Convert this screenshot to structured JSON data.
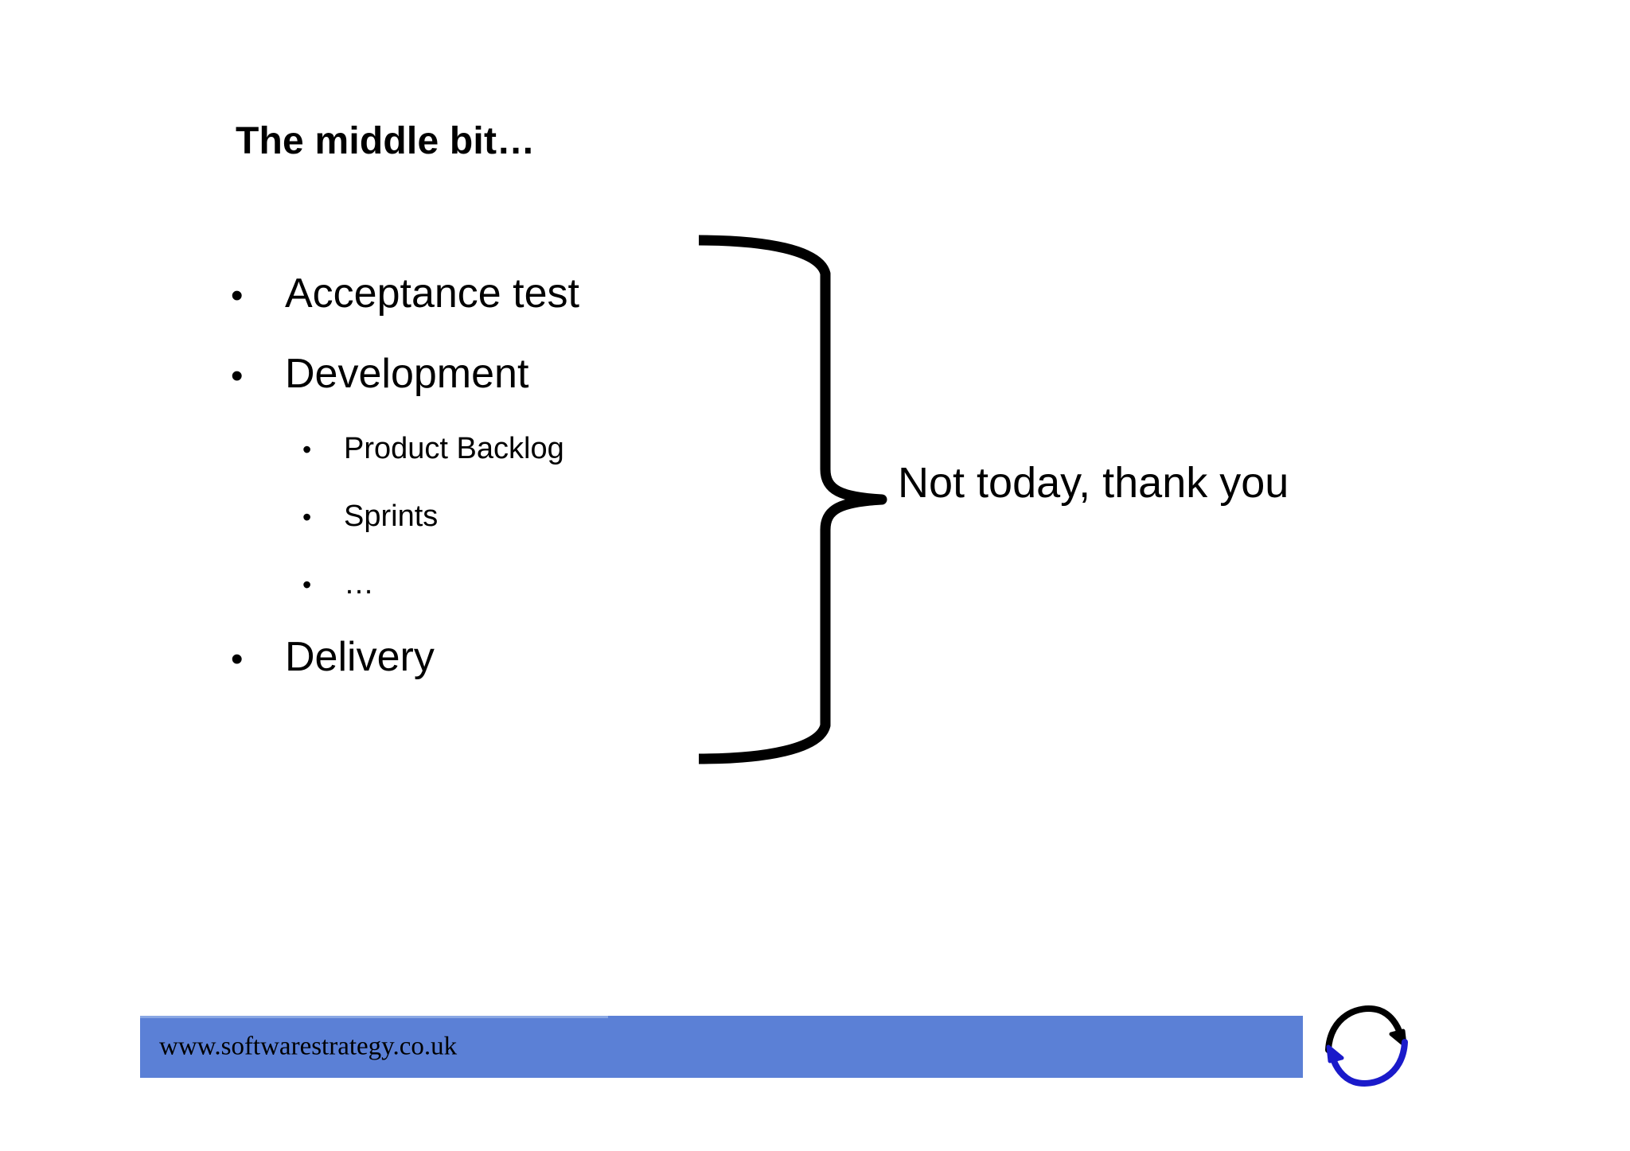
{
  "slide": {
    "title": "The middle bit…",
    "background_color": "#ffffff"
  },
  "bullets": [
    {
      "level": 1,
      "marker": "•",
      "text": "Acceptance test"
    },
    {
      "level": 1,
      "marker": "•",
      "text": "Development"
    },
    {
      "level": 2,
      "marker": "•",
      "text": "Product Backlog"
    },
    {
      "level": 2,
      "marker": "•",
      "text": "Sprints"
    },
    {
      "level": 2,
      "marker": "•",
      "text": "…"
    },
    {
      "level": 1,
      "marker": "•",
      "text": "Delivery"
    }
  ],
  "annotation": {
    "brace_icon": "right-curly-brace-icon",
    "brace_color": "#000000",
    "callout_text": "Not today, thank you"
  },
  "footer": {
    "url": "www.softwarestrategy.co.uk",
    "bar_color": "#5b80d6",
    "text_color": "#000000"
  },
  "logo": {
    "icon": "circular-refresh-arrows-icon",
    "top_arrow_color": "#000000",
    "bottom_arrow_color": "#1a1aca"
  }
}
